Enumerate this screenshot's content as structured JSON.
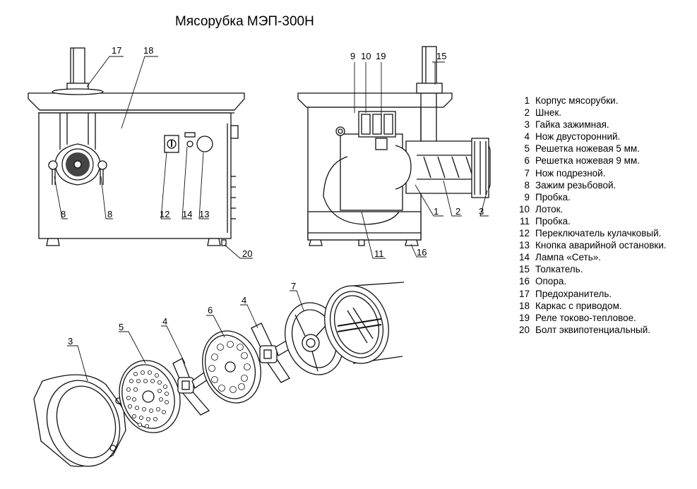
{
  "title": "Мясорубка МЭП-300Н",
  "legend": [
    {
      "num": "1",
      "text": "Корпус мясорубки."
    },
    {
      "num": "2",
      "text": "Шнек."
    },
    {
      "num": "3",
      "text": "Гайка зажимная."
    },
    {
      "num": "4",
      "text": "Нож двусторонний."
    },
    {
      "num": "5",
      "text": "Решетка ножевая 5 мм."
    },
    {
      "num": "6",
      "text": "Решетка ножевая 9 мм."
    },
    {
      "num": "7",
      "text": "Нож подрезной."
    },
    {
      "num": "8",
      "text": "Зажим резьбовой."
    },
    {
      "num": "9",
      "text": "Пробка."
    },
    {
      "num": "10",
      "text": "Лоток."
    },
    {
      "num": "11",
      "text": "Пробка."
    },
    {
      "num": "12",
      "text": "Переключатель кулачковый."
    },
    {
      "num": "13",
      "text": "Кнопка аварийной остановки."
    },
    {
      "num": "14",
      "text": "Лампа «Сеть»."
    },
    {
      "num": "15",
      "text": "Толкатель."
    },
    {
      "num": "16",
      "text": "Опора."
    },
    {
      "num": "17",
      "text": "Предохранитель."
    },
    {
      "num": "18",
      "text": "Каркас с приводом."
    },
    {
      "num": "19",
      "text": "Реле токово-тепловое."
    },
    {
      "num": "20",
      "text": "Болт эквипотенциальный."
    }
  ],
  "callouts": {
    "front": [
      "17",
      "18",
      "8",
      "8",
      "12",
      "14",
      "13",
      "20"
    ],
    "side": [
      "9",
      "10",
      "19",
      "15",
      "1",
      "2",
      "3",
      "11",
      "16"
    ],
    "exploded": [
      "3",
      "5",
      "4",
      "6",
      "4",
      "7"
    ]
  }
}
